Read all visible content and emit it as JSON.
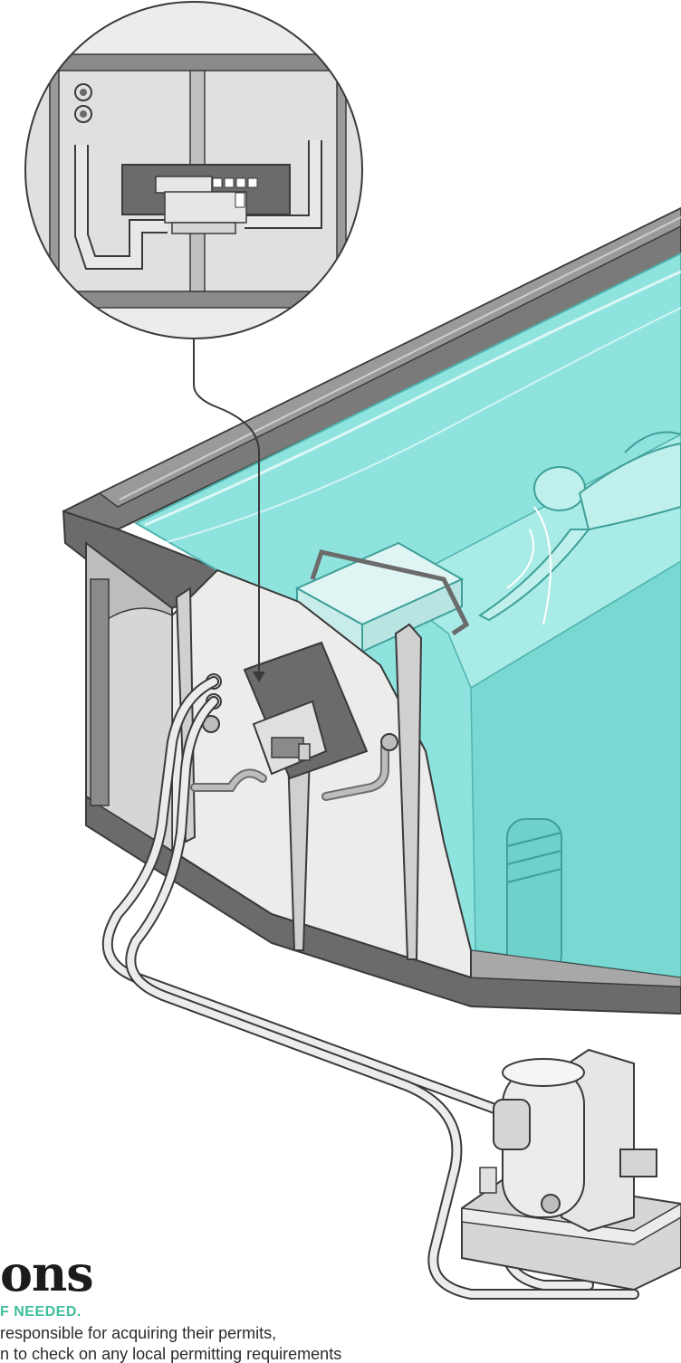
{
  "heading": "ons",
  "subheading": "F NEEDED.",
  "body_lines": [
    "responsible for acquiring their permits,",
    "n to check on any local permitting requirements"
  ],
  "colors": {
    "water": "#8fe3df",
    "water_dark": "#6fd1cc",
    "frame_gray": "#6b6b6b",
    "panel_light": "#ececea",
    "accent_green": "#3fbf9d",
    "outline": "#3a3a3a"
  }
}
